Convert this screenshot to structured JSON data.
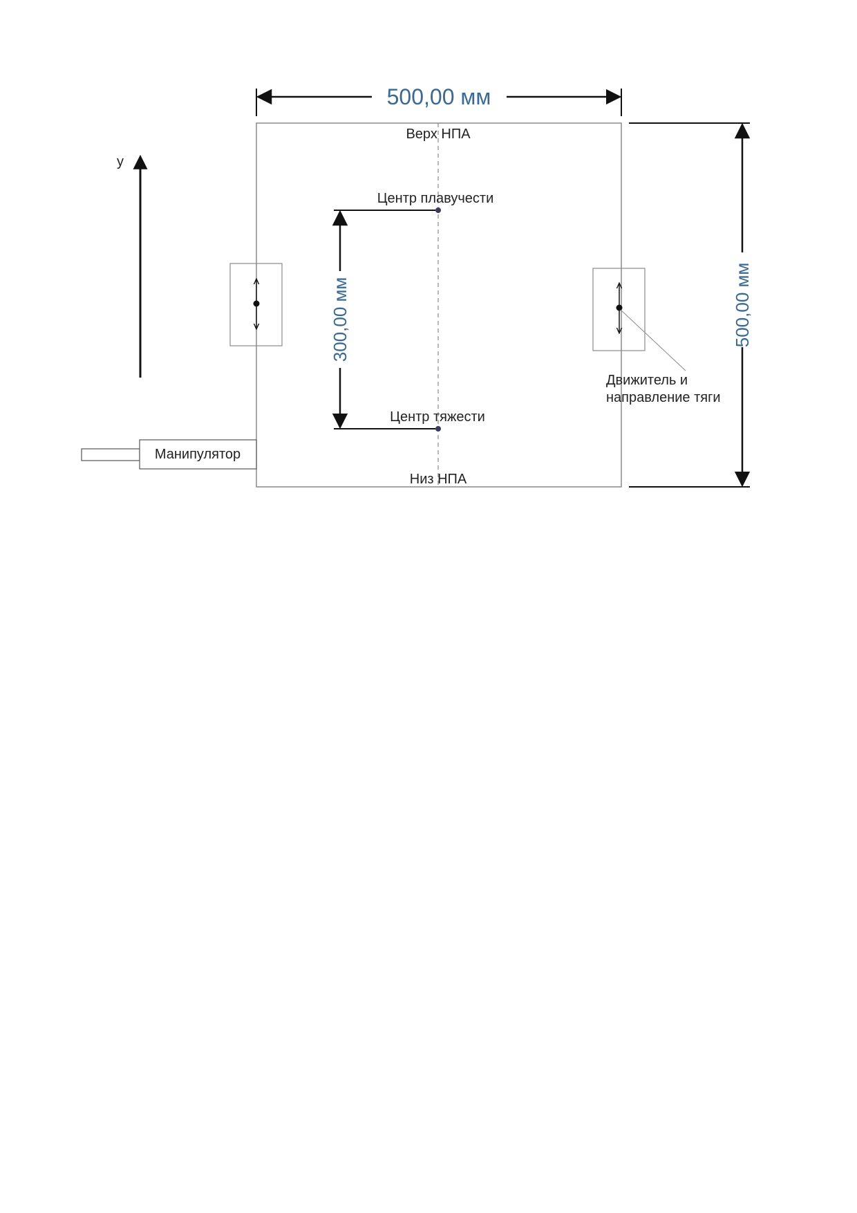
{
  "colors": {
    "dimension_text": "#3a6a93",
    "line": "#111111",
    "box": "#8a8a8a",
    "dot": "#3b3b5c"
  },
  "dimensions": {
    "width": "500,00 мм",
    "height": "500,00 мм",
    "cg_cb_distance": "300,00 мм"
  },
  "labels": {
    "axis_y": "y",
    "top": "Верх НПА",
    "bottom": "Низ НПА",
    "center_of_buoyancy": "Центр плавучести",
    "center_of_gravity": "Центр тяжести",
    "manipulator": "Манипулятор",
    "thruster_line1": "Движитель и",
    "thruster_line2": "направление тяги"
  }
}
